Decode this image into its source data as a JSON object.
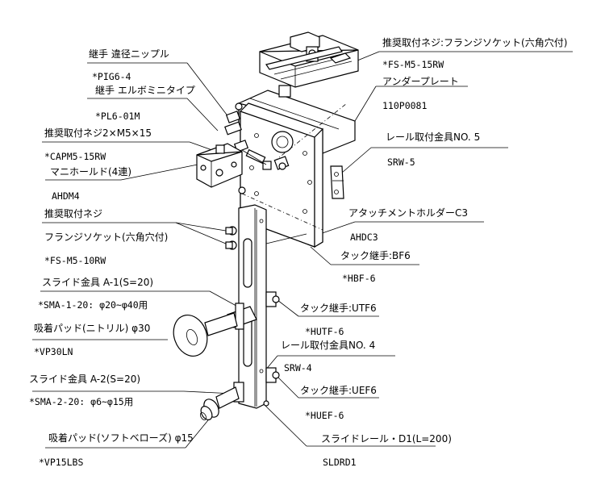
{
  "labels": {
    "flange_socket_top_title": "推奨取付ネジ:フランジソケット(六角穴付)",
    "flange_socket_top_part": "*FS-M5-15RW",
    "under_plate_title": "アンダープレート",
    "under_plate_part": "110P0081",
    "joint_reducer_title": "継手 違径ニップル",
    "joint_reducer_part": "*PIG6-4",
    "joint_elbow_title": "継手 エルボミニタイプ",
    "joint_elbow_part": "*PL6-01M",
    "screw_title": "推奨取付ネジ2×M5×15",
    "screw_part": "*CAPM5-15RW",
    "manifold_title": "マニホールド(4連)",
    "manifold_part": "AHDM4",
    "rail_bracket5_title": "レール取付金具NO. 5",
    "rail_bracket5_part": "SRW-5",
    "attach_holder_title": "アタッチメントホルダーC3",
    "attach_holder_part": "AHDC3",
    "recommended_screw_title": "推奨取付ネジ",
    "flange_socket_title": "フランジソケット(六角穴付)",
    "flange_socket_part": "*FS-M5-10RW",
    "tack_joint_bf6_title": "タック継手:BF6",
    "tack_joint_bf6_part": "*HBF-6",
    "slide_a1_title": "スライド金具 A-1(S=20)",
    "slide_a1_part": "*SMA-1-20: φ20~φ40用",
    "tack_joint_utf6_title": "タック継手:UTF6",
    "tack_joint_utf6_part": "*HUTF-6",
    "vacuum_pad30_title": "吸着パッド(ニトリル) φ30",
    "vacuum_pad30_part": "*VP30LN",
    "rail_bracket4_title": "レール取付金具NO. 4",
    "rail_bracket4_part": "SRW-4",
    "slide_a2_title": "スライド金具 A-2(S=20)",
    "slide_a2_part": "*SMA-2-20: φ6~φ15用",
    "tack_joint_uef6_title": "タック継手:UEF6",
    "tack_joint_uef6_part": "*HUEF-6",
    "vacuum_pad15_title": "吸着パッド(ソフトベローズ) φ15",
    "vacuum_pad15_part": "*VP15LBS",
    "slide_rail_title": "スライドレール・D1(L=200)",
    "slide_rail_part": "SLDRD1"
  }
}
